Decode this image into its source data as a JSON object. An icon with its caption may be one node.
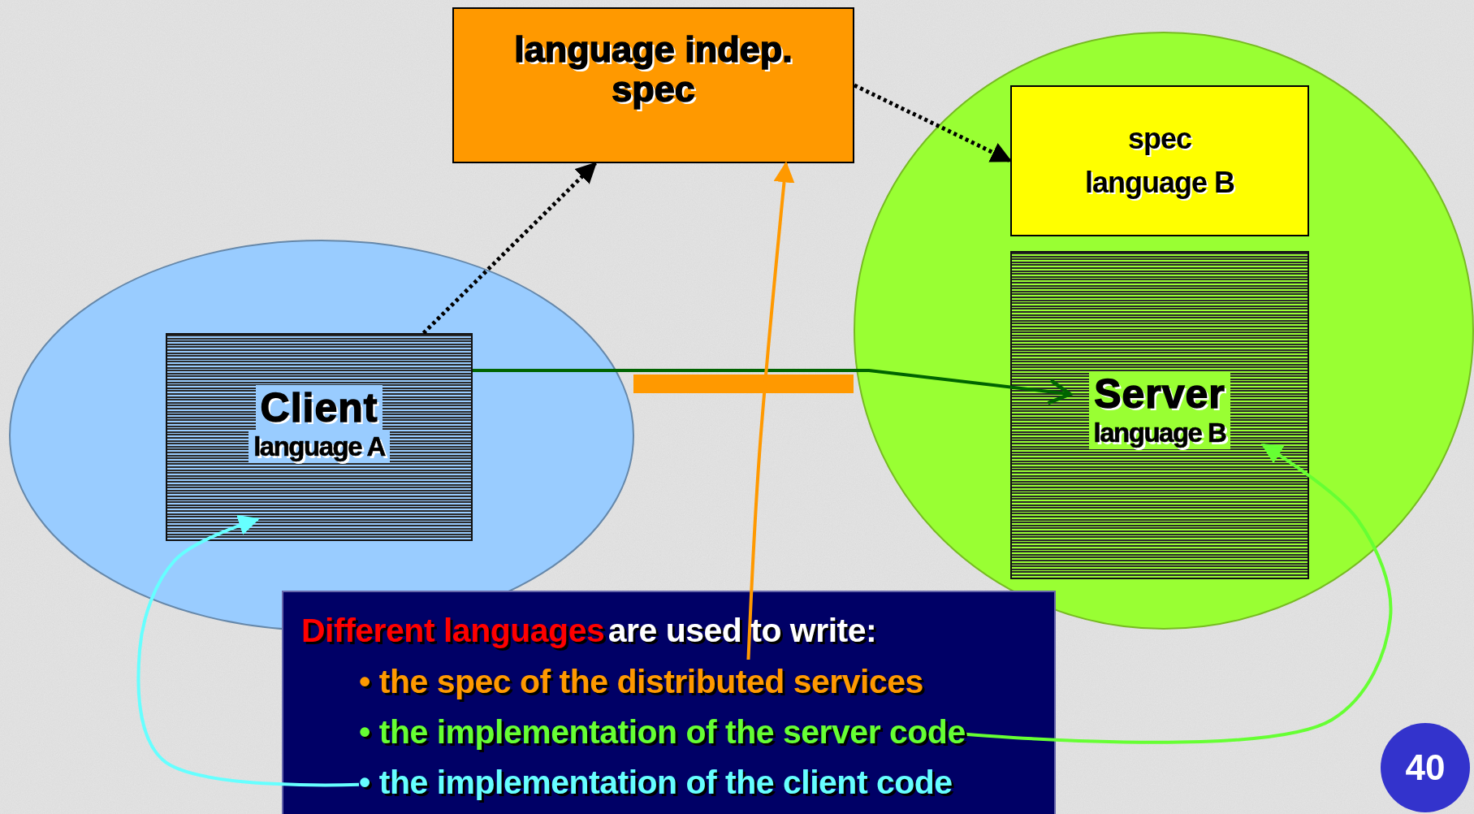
{
  "diagram": {
    "nodes": [
      {
        "text": [
          "language indep. spec"
        ]
      },
      {
        "text": [],
        "shape": "ellipse"
      },
      {
        "text": [
          "Client",
          "language A"
        ],
        "in": 1
      },
      {
        "text": [],
        "shape": "bar"
      },
      {
        "text": [],
        "shape": "ellipse"
      },
      {
        "text": [
          "spec language B"
        ],
        "in": 4
      },
      {
        "text": [
          "Server",
          "language B"
        ],
        "in": 4
      },
      {
        "text": [
          "Different languages",
          "are used to write:"
        ]
      },
      {
        "text": [
          "• the spec of the distributed services"
        ],
        "in": 7
      },
      {
        "text": [
          "• the implementation of the server code"
        ],
        "in": 7
      },
      {
        "text": [
          "• the implementation of the client code"
        ],
        "in": 7
      },
      {
        "text": [
          "40"
        ]
      }
    ],
    "edges": [
      {
        "from": 2,
        "to": 0,
        "arrow": "to",
        "style": "dashed"
      },
      {
        "from": 0,
        "to": 5,
        "arrow": "to",
        "style": "dashed"
      },
      {
        "from": 2,
        "to": 6,
        "arrow": "to",
        "color": "#006400"
      },
      {
        "from": 8,
        "to": 0,
        "arrow": "to",
        "color": "#ff9900"
      },
      {
        "from": 9,
        "to": 6,
        "arrow": "to",
        "color": "#66ff33"
      },
      {
        "from": 10,
        "to": 2,
        "arrow": "to",
        "color": "#66ffff"
      }
    ]
  }
}
